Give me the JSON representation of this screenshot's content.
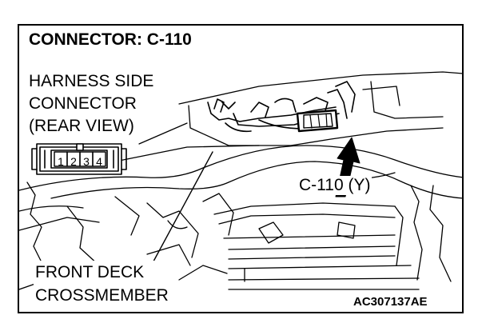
{
  "title": "CONNECTOR: C-110",
  "harness_label": [
    "HARNESS SIDE",
    "CONNECTOR",
    "(REAR VIEW)"
  ],
  "pins": [
    "1",
    "2",
    "3",
    "4"
  ],
  "callout": "C-110 (Y)",
  "location_label": [
    "FRONT DECK",
    "CROSSMEMBER"
  ],
  "figure_code": "AC307137AE",
  "colors": {
    "ink": "#000000",
    "background": "#ffffff"
  }
}
